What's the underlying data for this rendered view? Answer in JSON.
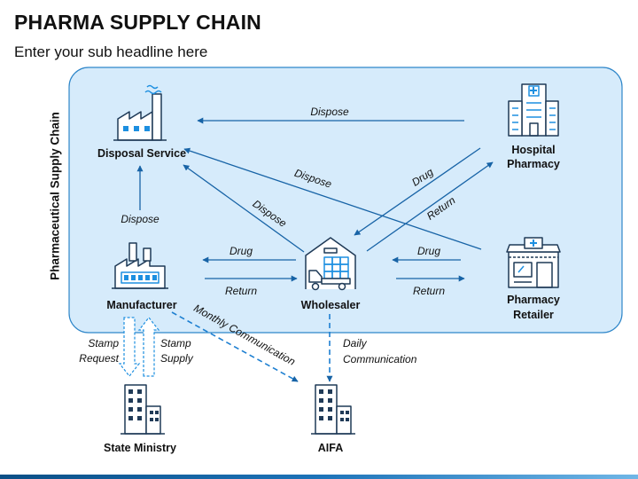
{
  "header": {
    "title": "PHARMA SUPPLY CHAIN",
    "subtitle": "Enter your sub headline here"
  },
  "side_label": "Pharmaceutical Supply Chain",
  "colors": {
    "panel_fill": "#d6ebfb",
    "panel_border": "#2e86c9",
    "arrow": "#1763a6",
    "icon_stroke": "#1f3a57",
    "icon_accent": "#1d8fe0"
  },
  "nodes": {
    "disposal": {
      "line1": "Disposal Service",
      "icon": "factory-smoke-icon"
    },
    "hospital": {
      "line1": "Hospital",
      "line2": "Pharmacy",
      "icon": "hospital-building-icon"
    },
    "manufacturer": {
      "line1": "Manufacturer",
      "icon": "factory-icon"
    },
    "wholesaler": {
      "line1": "Wholesaler",
      "icon": "warehouse-truck-icon"
    },
    "retailer": {
      "line1": "Pharmacy",
      "line2": "Retailer",
      "icon": "pharmacy-store-icon"
    },
    "ministry": {
      "line1": "State Ministry",
      "icon": "office-building-icon"
    },
    "aifa": {
      "line1": "AIFA",
      "icon": "office-building-icon"
    }
  },
  "edges": {
    "hospital_to_disposal": "Dispose",
    "retailer_to_disposal": "Dispose",
    "wholesaler_to_disposal": "Dispose",
    "manufacturer_to_disposal": "Dispose",
    "hospital_to_wholesaler": "Drug",
    "wholesaler_to_hospital": "Return",
    "wholesaler_to_manufacturer": "Drug",
    "manufacturer_to_wholesaler": "Return",
    "retailer_to_wholesaler": "Drug",
    "wholesaler_to_retailer": "Return",
    "manufacturer_to_aifa": "Monthly Communication",
    "wholesaler_to_aifa_line1": "Daily",
    "wholesaler_to_aifa_line2": "Communication",
    "stamp_request_line1": "Stamp",
    "stamp_request_line2": "Request",
    "stamp_supply_line1": "Stamp",
    "stamp_supply_line2": "Supply"
  }
}
